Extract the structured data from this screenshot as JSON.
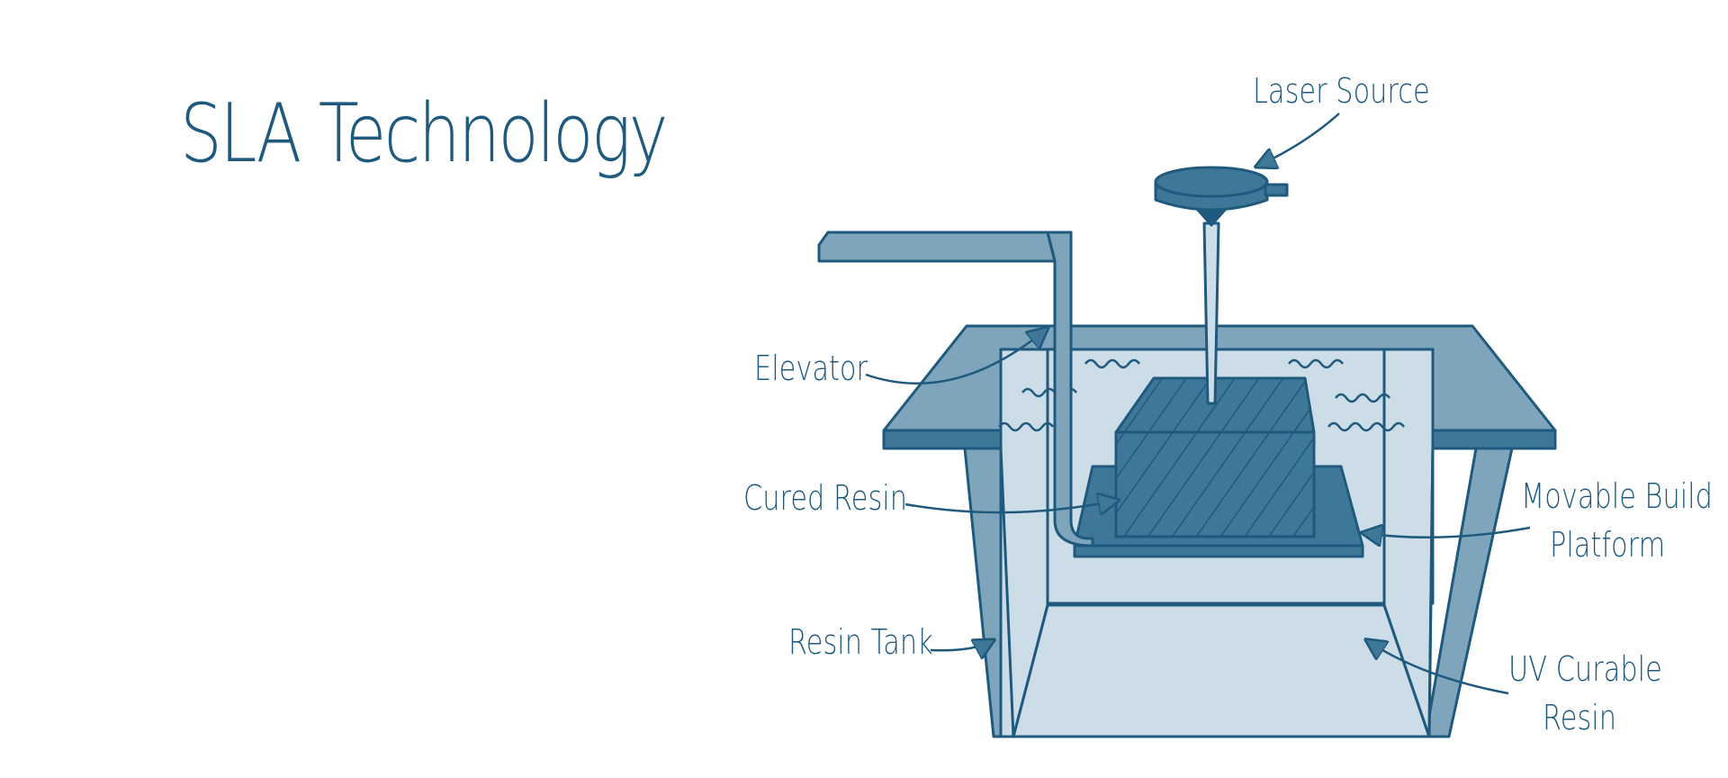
{
  "title": "SLA Technology",
  "labels": {
    "laser_source": "Laser Source",
    "elevator": "Elevator",
    "cured_resin": "Cured Resin",
    "resin_tank": "Resin Tank",
    "build_platform_line1": "Movable Build",
    "build_platform_line2": "Platform",
    "uv_resin_line1": "UV Curable",
    "uv_resin_line2": "Resin"
  },
  "colors": {
    "stroke": "#1f5a7e",
    "dark_fill": "#3e7797",
    "mid_fill": "#7ea5bb",
    "light_fill": "#cddde7",
    "lighter_fill": "#dde8ef"
  }
}
